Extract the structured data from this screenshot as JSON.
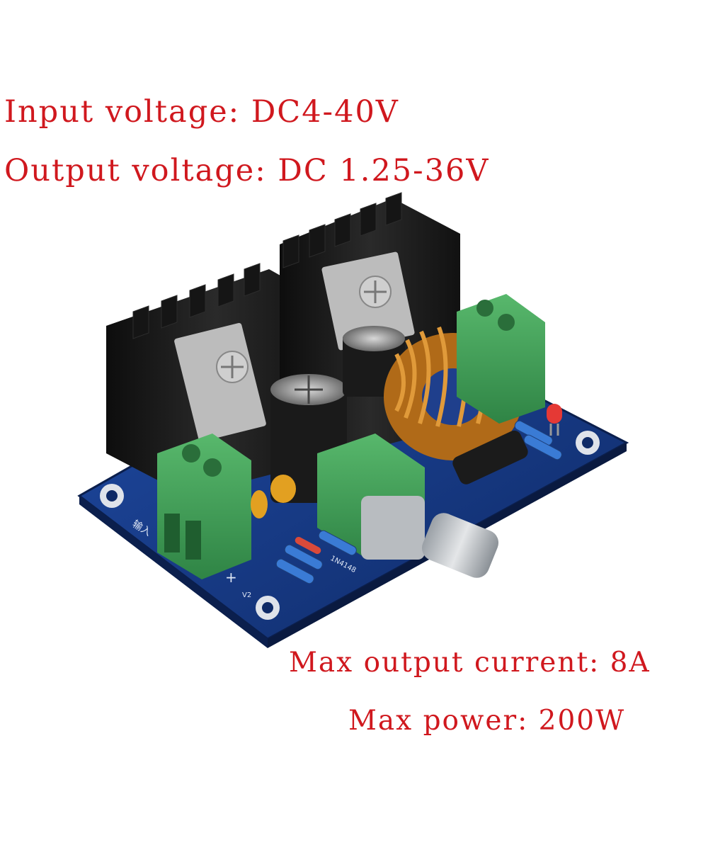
{
  "specs": {
    "input_voltage": "Input voltage: DC4-40V",
    "output_voltage": "Output voltage: DC 1.25-36V",
    "max_current": "Max output current: 8A",
    "max_power": "Max power: 200W"
  },
  "board": {
    "silkscreen_input_label": "输入",
    "silkscreen_plus": "+",
    "silkscreen_v2": "V2",
    "silkscreen_diode": "1N4148"
  },
  "colors": {
    "text": "#d0181e",
    "pcb": "#15357f",
    "heatsink": "#1a1a1a",
    "terminal": "#3d9e56",
    "coil": "#c9781c"
  }
}
